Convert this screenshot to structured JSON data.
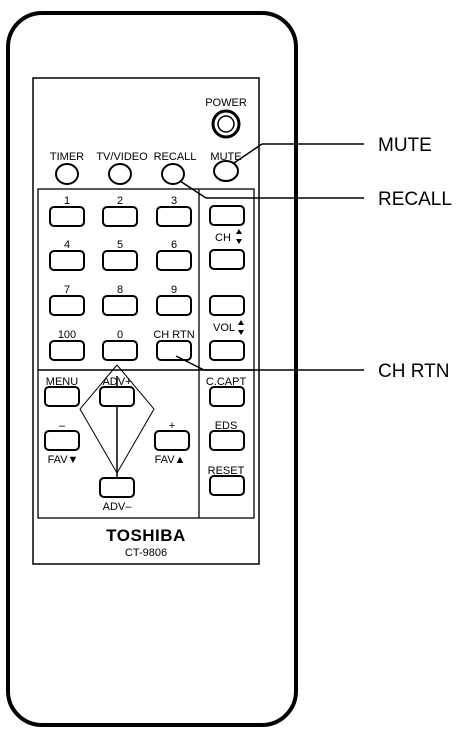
{
  "buttons": {
    "power": "POWER",
    "mute": "MUTE",
    "timer": "TIMER",
    "tv_video": "TV/VIDEO",
    "recall": "RECALL",
    "digits": [
      "1",
      "2",
      "3",
      "4",
      "5",
      "6",
      "7",
      "8",
      "9",
      "100",
      "0",
      "CH RTN"
    ],
    "ch": "CH",
    "vol": "VOL",
    "menu": "MENU",
    "adv_plus": "ADV+",
    "adv_minus": "ADV–",
    "minus": "–",
    "plus": "+",
    "fav_down": "FAV▼",
    "fav_up": "FAV▲",
    "c_capt": "C.CAPT",
    "eds": "EDS",
    "reset": "RESET"
  },
  "brand": "TOSHIBA",
  "model": "CT-9806",
  "callouts": {
    "mute": "MUTE",
    "recall": "RECALL",
    "ch_rtn": "CH RTN"
  }
}
